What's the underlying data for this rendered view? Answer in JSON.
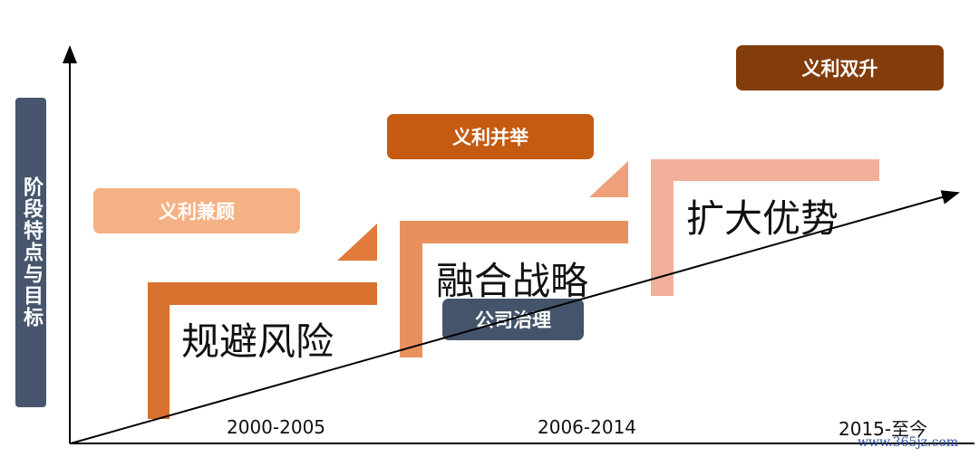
{
  "side_label": "阶段特点与目标",
  "stages": [
    {
      "goal": "义利兼顾",
      "strategy": "规避风险",
      "period": "2000-2005"
    },
    {
      "goal": "义利并举",
      "strategy": "融合战略",
      "period": "2006-2014"
    },
    {
      "goal": "义利双升",
      "strategy": "扩大优势",
      "period": "2015-至今"
    }
  ],
  "governance_label": "公司治理",
  "watermark": "www.365jz.com",
  "colors": {
    "side": "#47566d",
    "stage1": "#d9712e",
    "stage2": "#e8915f",
    "stage3": "#f2b09a",
    "goal1": "#f4b183",
    "goal2": "#c55a11",
    "goal3": "#843c0c",
    "governance": "#44546a"
  }
}
